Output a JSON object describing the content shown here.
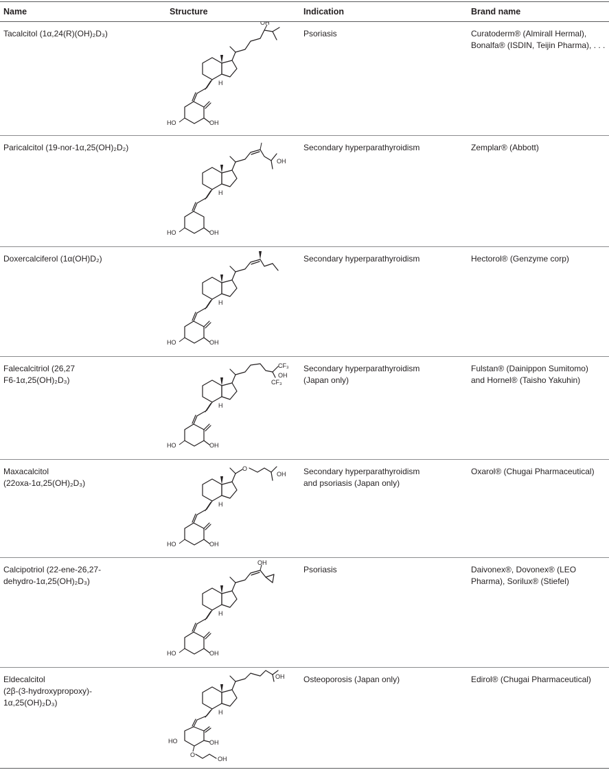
{
  "headers": {
    "name": "Name",
    "structure": "Structure",
    "indication": "Indication",
    "brand": "Brand name"
  },
  "rows": [
    {
      "name_lines": [
        "Tacalcitol (1α,24(R)(OH)₂D₃)"
      ],
      "indication_lines": [
        "Psoriasis"
      ],
      "brand_lines": [
        "Curatoderm® (Almirall Hermal),",
        "Bonalfa® (ISDIN, Teijin Pharma), . . ."
      ],
      "labels": {
        "oh_a": "OH",
        "ho": "HO",
        "oh": "OH",
        "h": "H"
      }
    },
    {
      "name_lines": [
        "Paricalcitol (19-nor-1α,25(OH)₂D₂)"
      ],
      "indication_lines": [
        "Secondary hyperparathyroidism"
      ],
      "brand_lines": [
        "Zemplar® (Abbott)"
      ],
      "labels": {
        "oh_a": "OH",
        "ho": "HO",
        "oh": "OH",
        "h": "H"
      }
    },
    {
      "name_lines": [
        "Doxercalciferol (1α(OH)D₂)"
      ],
      "indication_lines": [
        "Secondary hyperparathyroidism"
      ],
      "brand_lines": [
        "Hectorol® (Genzyme corp)"
      ],
      "labels": {
        "ho": "HO",
        "oh": "OH",
        "h": "H"
      }
    },
    {
      "name_lines": [
        "Falecalcitriol (26,27",
        "F6-1α,25(OH)₂D₃)"
      ],
      "indication_lines": [
        "Secondary hyperparathyroidism",
        "(Japan only)"
      ],
      "brand_lines": [
        "Fulstan® (Dainippon Sumitomo)",
        "and Hornel® (Taisho Yakuhin)"
      ],
      "labels": {
        "cf3a": "CF₃",
        "oh_a": "OH",
        "cf3b": "CF₃",
        "ho": "HO",
        "oh": "OH",
        "h": "H"
      }
    },
    {
      "name_lines": [
        "Maxacalcitol",
        "(22oxa-1α,25(OH)₂D₃)"
      ],
      "indication_lines": [
        "Secondary hyperparathyroidism",
        "and psoriasis (Japan only)"
      ],
      "brand_lines": [
        "Oxarol® (Chugai Pharmaceutical)"
      ],
      "labels": {
        "o": "O",
        "oh_a": "OH",
        "ho": "HO",
        "oh": "OH",
        "h": "H"
      }
    },
    {
      "name_lines": [
        "Calcipotriol (22-ene-26,27-",
        "dehydro-1α,25(OH)₂D₃)"
      ],
      "indication_lines": [
        "Psoriasis"
      ],
      "brand_lines": [
        "Daivonex®, Dovonex® (LEO",
        "Pharma), Sorilux® (Stiefel)"
      ],
      "labels": {
        "oh_a": "OH",
        "ho": "HO",
        "oh": "OH",
        "h": "H"
      }
    },
    {
      "name_lines": [
        "Eldecalcitol",
        "(2β-(3-hydroxypropoxy)-",
        "1α,25(OH)₂D₃)"
      ],
      "indication_lines": [
        "Osteoporosis (Japan only)"
      ],
      "brand_lines": [
        "Edirol® (Chugai Pharmaceutical)"
      ],
      "labels": {
        "oh_a": "OH",
        "ho": "HO",
        "oh": "OH",
        "o": "O",
        "oh_b": "OH",
        "h": "H"
      }
    }
  ]
}
